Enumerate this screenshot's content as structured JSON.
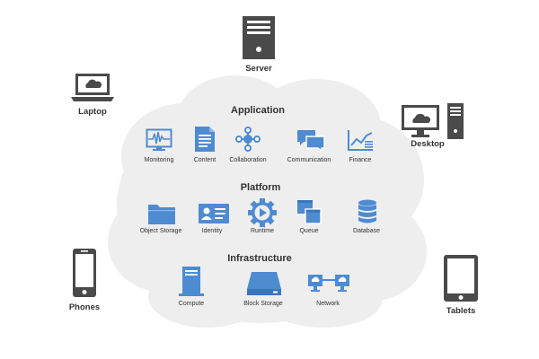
{
  "colors": {
    "cloud_fill": "#eeeeee",
    "service_blue": "#4e8bd1",
    "device_gray": "#4a4a4a",
    "text": "#333333"
  },
  "sections": [
    {
      "title": "Application",
      "services": [
        {
          "label": "Monitoring",
          "icon": "monitoring-icon"
        },
        {
          "label": "Content",
          "icon": "document-icon"
        },
        {
          "label": "Collaboration",
          "icon": "collaboration-hub-icon"
        },
        {
          "label": "Communication",
          "icon": "chat-bubbles-icon"
        },
        {
          "label": "Finance",
          "icon": "trend-chart-icon"
        }
      ]
    },
    {
      "title": "Platform",
      "services": [
        {
          "label": "Object Storage",
          "icon": "folder-icon"
        },
        {
          "label": "Identity",
          "icon": "id-card-icon"
        },
        {
          "label": "Runtime",
          "icon": "gear-play-icon"
        },
        {
          "label": "Queue",
          "icon": "stacked-windows-icon"
        },
        {
          "label": "Database",
          "icon": "database-icon"
        }
      ]
    },
    {
      "title": "Infrastructure",
      "services": [
        {
          "label": "Compute",
          "icon": "server-tower-icon"
        },
        {
          "label": "Block Storage",
          "icon": "hard-drive-icon"
        },
        {
          "label": "Network",
          "icon": "networked-monitors-icon"
        }
      ]
    }
  ],
  "devices": [
    {
      "label": "Server",
      "icon": "server-icon"
    },
    {
      "label": "Laptop",
      "icon": "laptop-icon"
    },
    {
      "label": "Desktop",
      "icon": "desktop-icon"
    },
    {
      "label": "Phones",
      "icon": "phone-icon"
    },
    {
      "label": "Tablets",
      "icon": "tablet-icon"
    }
  ]
}
